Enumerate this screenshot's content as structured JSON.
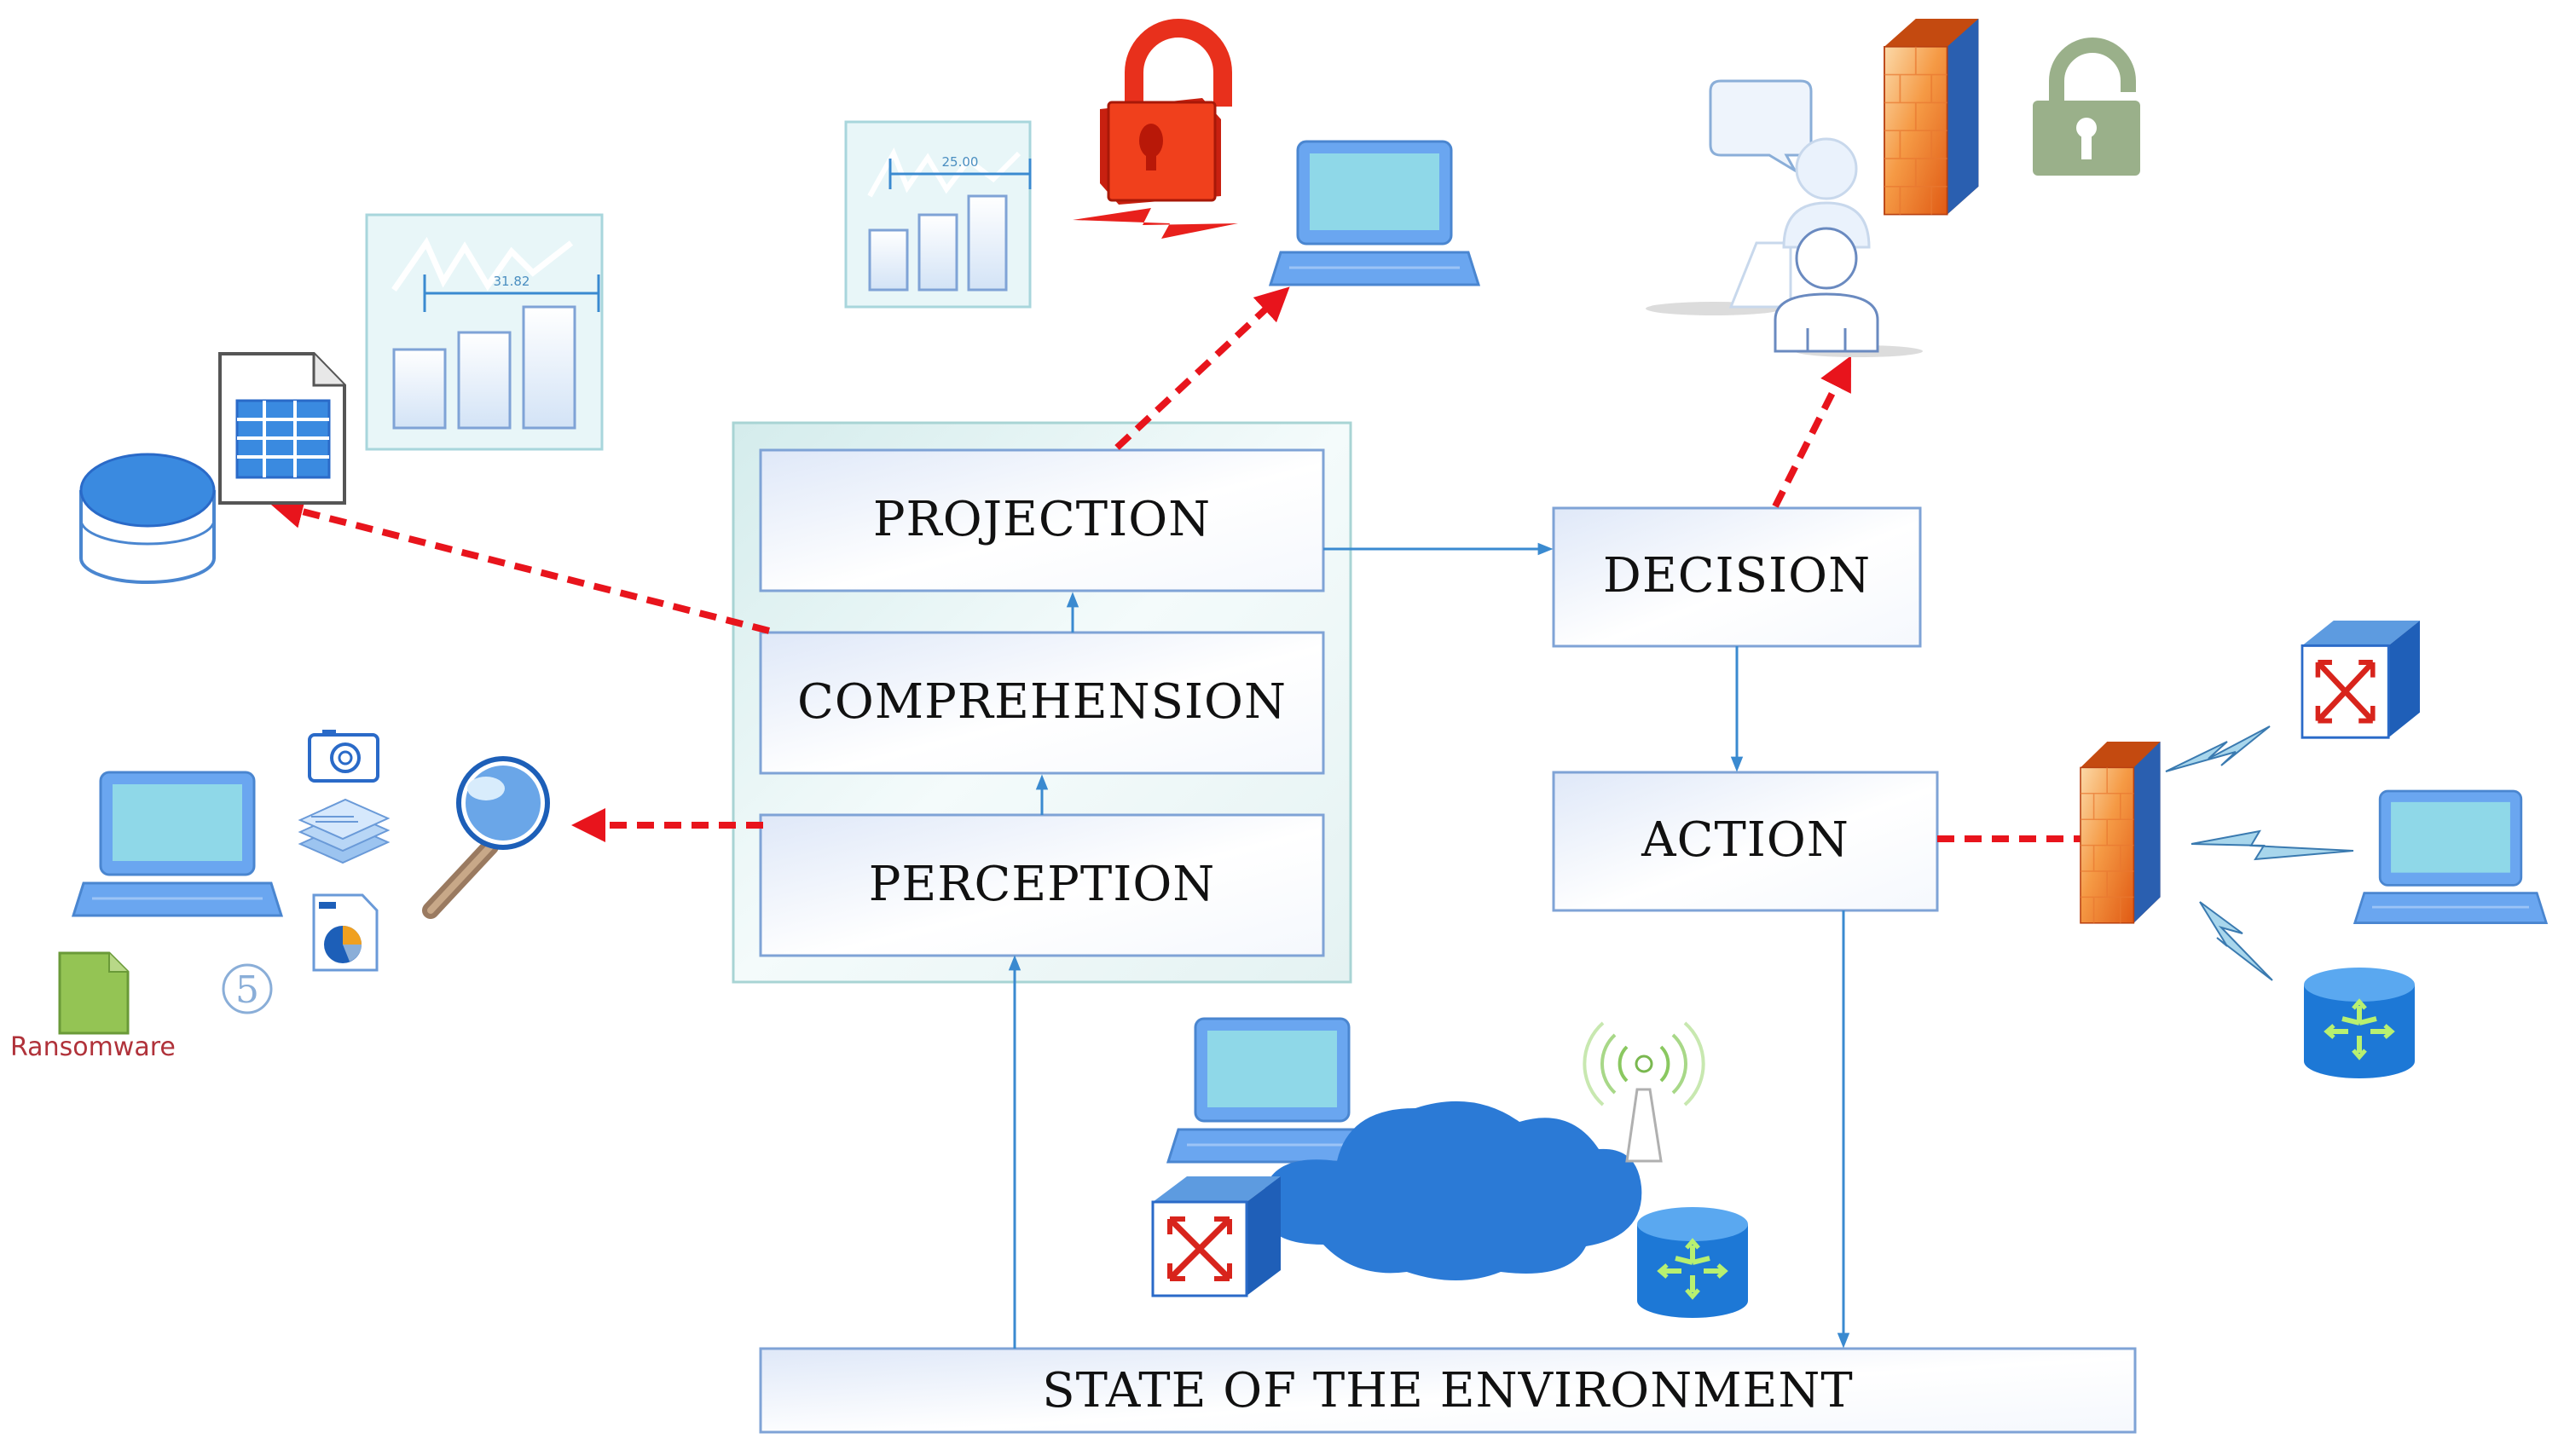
{
  "diagram": {
    "boxes": {
      "projection": "PROJECTION",
      "comprehension": "COMPREHENSION",
      "perception": "PERCEPTION",
      "decision": "DECISION",
      "action": "ACTION",
      "environment": "STATE OF THE ENVIRONMENT"
    },
    "icon_labels": {
      "ransomware": "Ransomware",
      "chart_small_value": "25.00",
      "chart_large_value": "31.82"
    },
    "icons": [
      "database-icon",
      "spreadsheet-icon",
      "bar-chart-icon",
      "padlock-locked-icon",
      "lightning-icon",
      "laptop-icon",
      "users-icon",
      "speech-bubble-icon",
      "firewall-icon",
      "padlock-open-icon",
      "magnifier-icon",
      "camera-icon",
      "layers-icon",
      "report-icon",
      "file-icon",
      "cloud-icon",
      "antenna-icon",
      "switch-icon",
      "router-icon"
    ],
    "colors": {
      "arrow_dashed": "#e8141c",
      "arrow_solid": "#3a8ad0",
      "box_border": "#7fa3d6",
      "laptop_screen": "#8fd8e8",
      "laptop_body": "#6aa6f0",
      "cloud": "#2b7ad6",
      "firewall": "#f07a28",
      "lock_red": "#e8301c",
      "lock_green": "#9ab08a"
    }
  }
}
